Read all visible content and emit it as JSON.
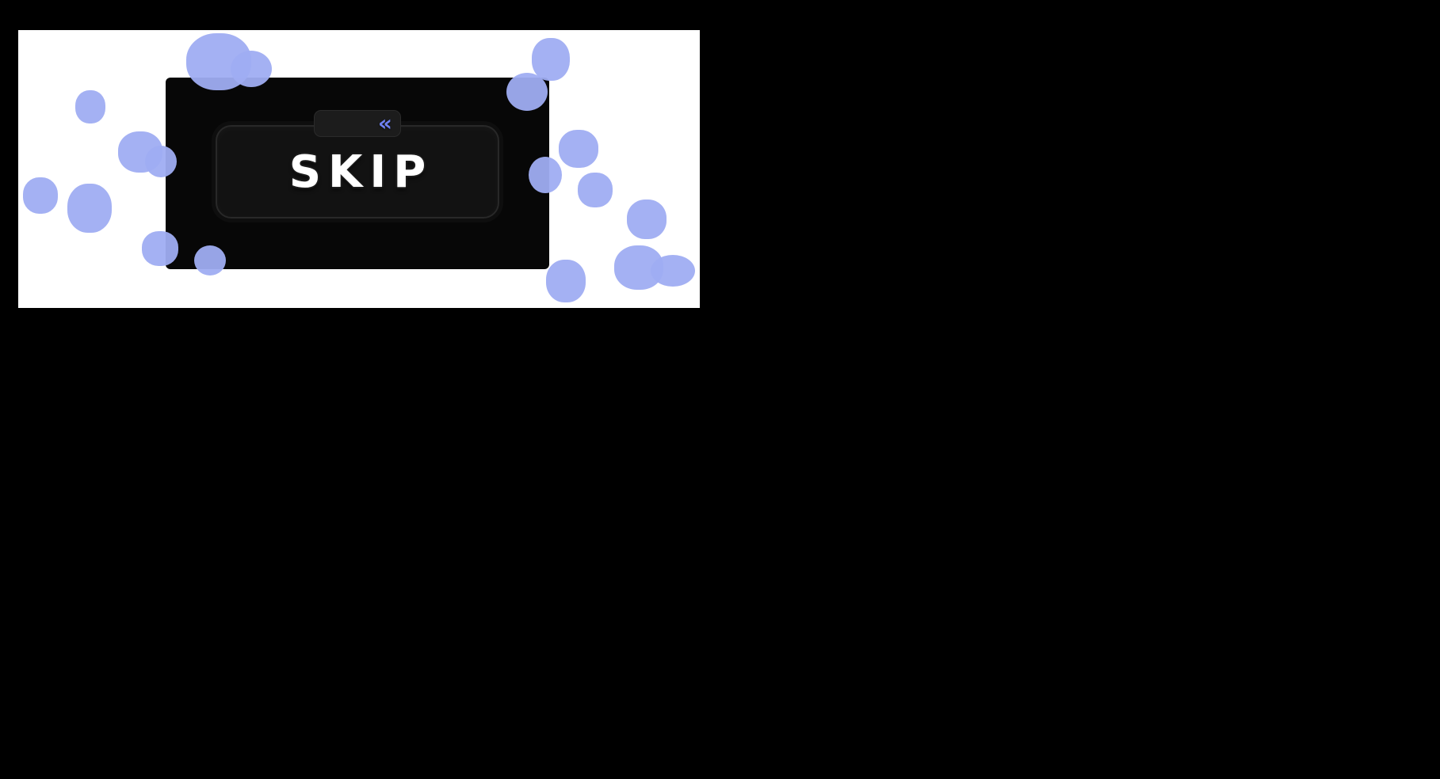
{
  "colors": {
    "page_bg": "#000000",
    "canvas_bg": "#ffffff",
    "overlay_bg": "#070707",
    "tab_bg": "#1c1c1c",
    "button_bg": "#121212",
    "accent": "#6e80f2",
    "splat": "#9fadf2",
    "skip_text": "#ffffff"
  },
  "overlay": {
    "collapse_tab": {
      "icon": "chevron-double-left",
      "glyph": "«"
    },
    "skip_button": {
      "label": "SKIP"
    }
  },
  "splats": {
    "color": "#9fadf2",
    "count": 15
  }
}
